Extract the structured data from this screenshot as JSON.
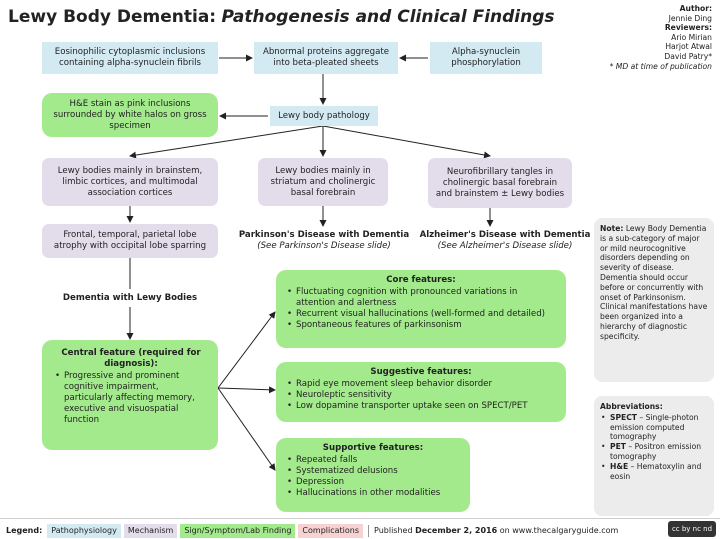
{
  "title": {
    "main": "Lewy Body Dementia:",
    "sub": "Pathogenesis and Clinical Findings"
  },
  "credits": {
    "author_label": "Author:",
    "author": "Jennie Ding",
    "reviewers_label": "Reviewers:",
    "reviewers": [
      "Ario Mirian",
      "Harjot Atwal",
      "David Patry*"
    ],
    "footnote": "* MD at time of publication"
  },
  "nodes": {
    "eosinophilic": "Eosinophilic cytoplasmic inclusions containing alpha-synuclein fibrils",
    "abnormal_proteins": "Abnormal proteins aggregate into beta-pleated sheets",
    "alpha_phos": "Alpha-synuclein phosphorylation",
    "he_stain": "H&E stain as pink inclusions surrounded by white halos on gross specimen",
    "lewy_pathology": "Lewy body pathology",
    "brainstem": "Lewy bodies mainly in brainstem, limbic cortices, and multimodal association cortices",
    "striatum": "Lewy bodies mainly in striatum and cholinergic basal forebrain",
    "neurofib": "Neurofibrillary tangles in cholinergic basal forebrain and brainstem ± Lewy bodies",
    "frontal": "Frontal, temporal, parietal lobe atrophy with occipital lobe sparring",
    "pd_dementia": "Parkinson's Disease with Dementia",
    "pd_see": "(See Parkinson's Disease slide)",
    "alz": "Alzheimer's Disease with Dementia",
    "alz_see": "(See Alzheimer's Disease slide)",
    "dlb": "Dementia with Lewy Bodies"
  },
  "central": {
    "title": "Central feature (required for diagnosis):",
    "items": [
      "Progressive and prominent cognitive impairment, particularly affecting memory, executive and visuospatial function"
    ]
  },
  "core": {
    "title": "Core features:",
    "items": [
      "Fluctuating cognition with pronounced variations in attention and alertness",
      "Recurrent visual hallucinations (well-formed and detailed)",
      "Spontaneous features of parkinsonism"
    ]
  },
  "suggestive": {
    "title": "Suggestive features:",
    "items": [
      "Rapid eye movement sleep behavior disorder",
      "Neuroleptic sensitivity",
      "Low dopamine transporter uptake seen on SPECT/PET"
    ]
  },
  "supportive": {
    "title": "Supportive features:",
    "items": [
      "Repeated falls",
      "Systematized delusions",
      "Depression",
      "Hallucinations in other modalities"
    ]
  },
  "note": {
    "label": "Note:",
    "text": "Lewy Body Dementia is a sub-category of major or mild neurocognitive disorders depending on severity of disease. Dementia should occur before or concurrently with onset of Parkinsonism. Clinical manifestations have been organized into a hierarchy of diagnostic specificity."
  },
  "abbreviations": {
    "title": "Abbreviations:",
    "items": [
      {
        "abbr": "SPECT",
        "def": "Single-photon emission computed tomography"
      },
      {
        "abbr": "PET",
        "def": "Positron emission tomography"
      },
      {
        "abbr": "H&E",
        "def": "Hematoxylin and eosin"
      }
    ]
  },
  "legend": {
    "label": "Legend:",
    "items": [
      {
        "text": "Pathophysiology",
        "color": "#d4eaf3"
      },
      {
        "text": "Mechanism",
        "color": "#e3dcea"
      },
      {
        "text": "Sign/Symptom/Lab Finding",
        "color": "#a3ea8c"
      },
      {
        "text": "Complications",
        "color": "#f6d2d2"
      }
    ]
  },
  "published": {
    "prefix": "Published",
    "date": "December 2, 2016",
    "suffix": "on www.thecalgaryguide.com"
  },
  "license_badge": "cc by nc nd",
  "colors": {
    "pathophysiology": "#d4eaf3",
    "mechanism": "#e3dcea",
    "sign": "#a3ea8c",
    "complications": "#f6d2d2"
  }
}
